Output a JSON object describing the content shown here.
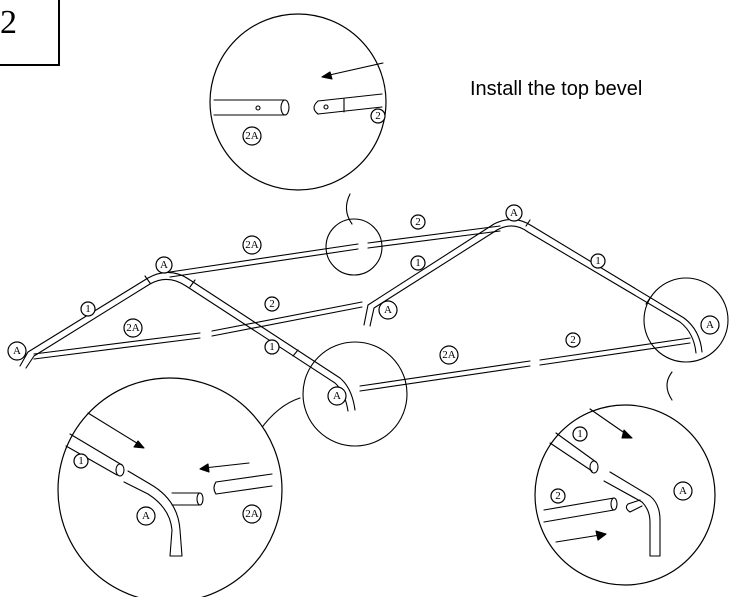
{
  "step": {
    "number": "2"
  },
  "instruction": "Install the top bevel",
  "part_labels": {
    "a": "A",
    "one": "1",
    "two": "2",
    "two_a": "2A"
  }
}
